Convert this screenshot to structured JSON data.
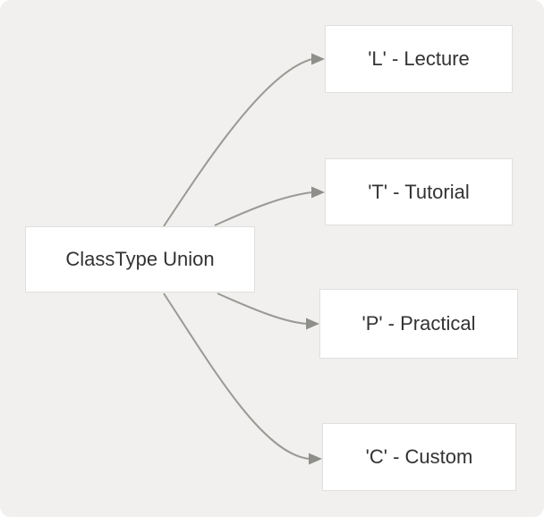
{
  "diagram": {
    "type": "flowchart-left-to-right",
    "root": {
      "id": "union",
      "label": "ClassType Union"
    },
    "children": [
      {
        "id": "lecture",
        "label": "'L' - Lecture"
      },
      {
        "id": "tutorial",
        "label": "'T' - Tutorial"
      },
      {
        "id": "practical",
        "label": "'P' - Practical"
      },
      {
        "id": "custom",
        "label": "'C' - Custom"
      }
    ],
    "edges": [
      {
        "from": "ClassType Union",
        "to": "'L' - Lecture"
      },
      {
        "from": "ClassType Union",
        "to": "'T' - Tutorial"
      },
      {
        "from": "ClassType Union",
        "to": "'P' - Practical"
      },
      {
        "from": "ClassType Union",
        "to": "'C' - Custom"
      }
    ],
    "colors": {
      "canvas_background": "#f1f0ee",
      "node_fill": "#ffffff",
      "node_border": "#e0dfdd",
      "node_text": "#333333",
      "edge_stroke": "#999996",
      "arrowhead_fill": "#8e8e8b"
    }
  }
}
